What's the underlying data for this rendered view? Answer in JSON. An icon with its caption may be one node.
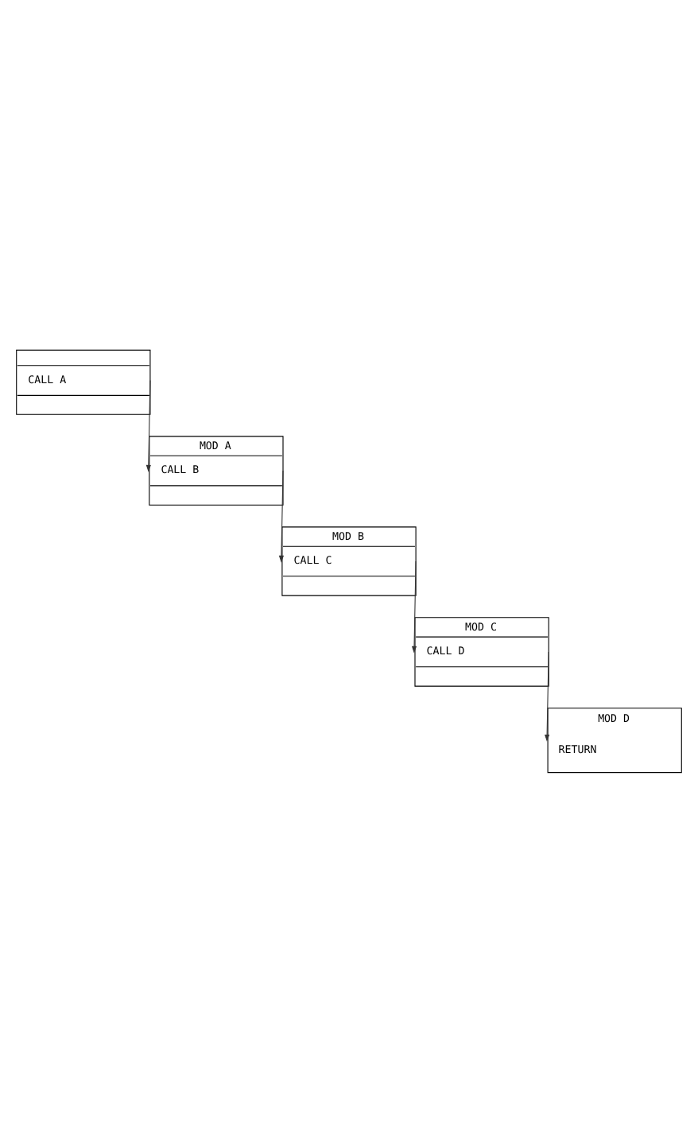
{
  "diagram": {
    "nodes": [
      {
        "text": [
          "CALL A"
        ]
      },
      {
        "text": [
          "MOD A",
          "CALL B"
        ]
      },
      {
        "text": [
          "MOD B",
          "CALL C"
        ]
      },
      {
        "text": [
          "MOD C",
          "CALL D"
        ]
      },
      {
        "text": [
          "MOD D",
          "RETURN"
        ]
      }
    ],
    "edges": [
      {
        "from": 0,
        "to": 1,
        "arrow": "to"
      },
      {
        "from": 1,
        "to": 2,
        "arrow": "to"
      },
      {
        "from": 2,
        "to": 3,
        "arrow": "to"
      },
      {
        "from": 3,
        "to": 4,
        "arrow": "to"
      }
    ]
  }
}
